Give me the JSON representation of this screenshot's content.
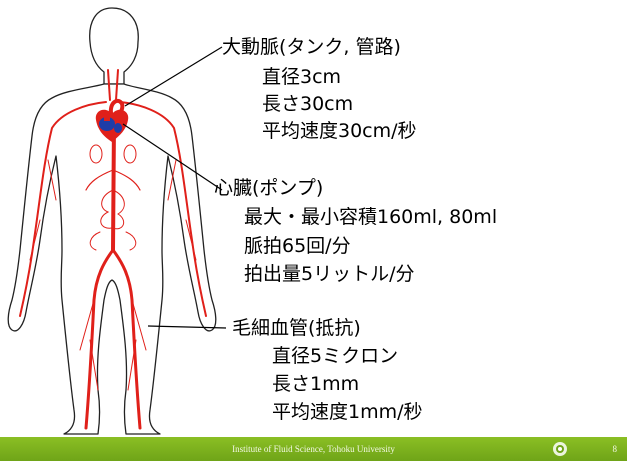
{
  "aorta": {
    "title": "大動脈(タンク, 管路)",
    "diameter": "直径3cm",
    "length": "長さ30cm",
    "velocity": "平均速度30cm/秒"
  },
  "heart": {
    "title": "心臓(ポンプ)",
    "volume": "最大・最小容積160ml, 80ml",
    "pulse": "脈拍65回/分",
    "output": "拍出量5リットル/分"
  },
  "capillary": {
    "title": "毛細血管(抵抗)",
    "diameter": "直径5ミクロン",
    "length": "長さ1mm",
    "velocity": "平均速度1mm/秒"
  },
  "footer": {
    "institution": "Institute of Fluid Science, Tohoku University",
    "page_number": "8"
  },
  "colors": {
    "artery": "#e0201a",
    "heart_chamber": "#1f3da8",
    "footer_bar": "#7cb11d"
  }
}
